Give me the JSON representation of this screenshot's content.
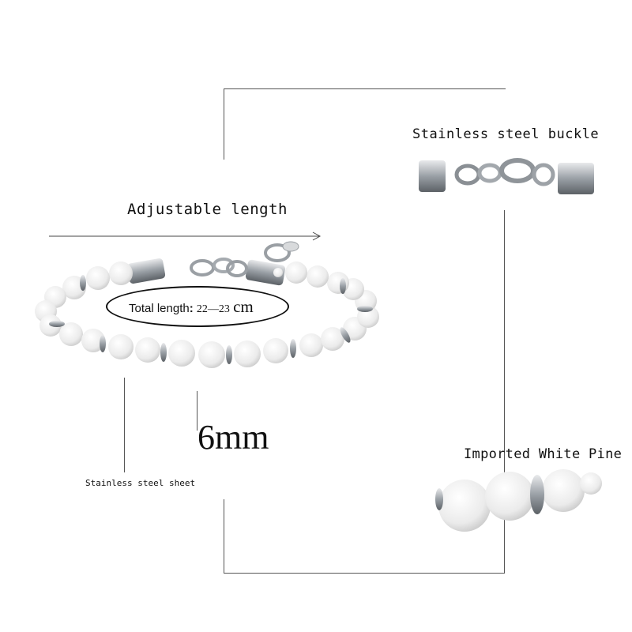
{
  "labels": {
    "buckle": "Stainless steel buckle",
    "adjustable": "Adjustable length",
    "total_length_prefix": "Total length",
    "total_length_colon": ":",
    "total_length_value": "22—23",
    "total_length_unit": "cm",
    "bead_size": "6mm",
    "steel_sheet": "Stainless steel sheet",
    "pine": "Imported White Pine"
  },
  "colors": {
    "bead": "#f1f1f1",
    "steel": "#b8bcc0",
    "line": "#555555"
  }
}
